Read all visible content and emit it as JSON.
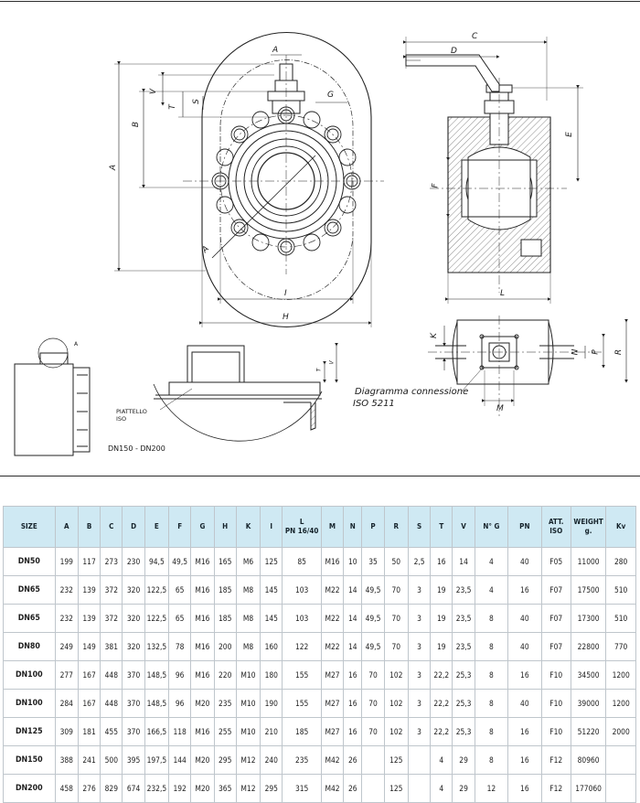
{
  "labels": {
    "A": "A",
    "B": "B",
    "V": "V",
    "T": "T",
    "S": "S",
    "G": "G",
    "I": "I",
    "H": "H",
    "C": "C",
    "D": "D",
    "E": "E",
    "F": "F",
    "L": "L",
    "K": "K",
    "N": "N",
    "P": "P",
    "R": "R",
    "M": "M",
    "detail_a": "A"
  },
  "annotations": {
    "piattello_line1": "PIATTELLO",
    "piattello_line2": "ISO",
    "dn_range": "DN150 - DN200",
    "diagram_line1": "Diagramma connessione",
    "diagram_line2": "ISO 5211"
  },
  "table": {
    "headers": [
      "SIZE",
      "A",
      "B",
      "C",
      "D",
      "E",
      "F",
      "G",
      "H",
      "K",
      "I",
      "L\nPN 16/40",
      "M",
      "N",
      "P",
      "R",
      "S",
      "T",
      "V",
      "N° G",
      "PN",
      "ATT. ISO",
      "WEIGHT g.",
      "Kv"
    ],
    "rows": [
      [
        "DN50",
        "199",
        "117",
        "273",
        "230",
        "94,5",
        "49,5",
        "M16",
        "165",
        "M6",
        "125",
        "85",
        "M16",
        "10",
        "35",
        "50",
        "2,5",
        "16",
        "14",
        "4",
        "40",
        "F05",
        "11000",
        "280"
      ],
      [
        "DN65",
        "232",
        "139",
        "372",
        "320",
        "122,5",
        "65",
        "M16",
        "185",
        "M8",
        "145",
        "103",
        "M22",
        "14",
        "49,5",
        "70",
        "3",
        "19",
        "23,5",
        "4",
        "16",
        "F07",
        "17500",
        "510"
      ],
      [
        "DN65",
        "232",
        "139",
        "372",
        "320",
        "122,5",
        "65",
        "M16",
        "185",
        "M8",
        "145",
        "103",
        "M22",
        "14",
        "49,5",
        "70",
        "3",
        "19",
        "23,5",
        "8",
        "40",
        "F07",
        "17300",
        "510"
      ],
      [
        "DN80",
        "249",
        "149",
        "381",
        "320",
        "132,5",
        "78",
        "M16",
        "200",
        "M8",
        "160",
        "122",
        "M22",
        "14",
        "49,5",
        "70",
        "3",
        "19",
        "23,5",
        "8",
        "40",
        "F07",
        "22800",
        "770"
      ],
      [
        "DN100",
        "277",
        "167",
        "448",
        "370",
        "148,5",
        "96",
        "M16",
        "220",
        "M10",
        "180",
        "155",
        "M27",
        "16",
        "70",
        "102",
        "3",
        "22,2",
        "25,3",
        "8",
        "16",
        "F10",
        "34500",
        "1200"
      ],
      [
        "DN100",
        "284",
        "167",
        "448",
        "370",
        "148,5",
        "96",
        "M20",
        "235",
        "M10",
        "190",
        "155",
        "M27",
        "16",
        "70",
        "102",
        "3",
        "22,2",
        "25,3",
        "8",
        "40",
        "F10",
        "39000",
        "1200"
      ],
      [
        "DN125",
        "309",
        "181",
        "455",
        "370",
        "166,5",
        "118",
        "M16",
        "255",
        "M10",
        "210",
        "185",
        "M27",
        "16",
        "70",
        "102",
        "3",
        "22,2",
        "25,3",
        "8",
        "16",
        "F10",
        "51220",
        "2000"
      ],
      [
        "DN150",
        "388",
        "241",
        "500",
        "395",
        "197,5",
        "144",
        "M20",
        "295",
        "M12",
        "240",
        "235",
        "M42",
        "26",
        "",
        "125",
        "",
        "4",
        "29",
        "8",
        "16",
        "F12",
        "80960",
        ""
      ],
      [
        "DN200",
        "458",
        "276",
        "829",
        "674",
        "232,5",
        "192",
        "M20",
        "365",
        "M12",
        "295",
        "315",
        "M42",
        "26",
        "",
        "125",
        "",
        "4",
        "29",
        "12",
        "16",
        "F12",
        "177060",
        ""
      ]
    ]
  },
  "colors": {
    "header_bg": "#cfe9f3",
    "border": "#bfc6cc",
    "line": "#2b2b2b"
  }
}
